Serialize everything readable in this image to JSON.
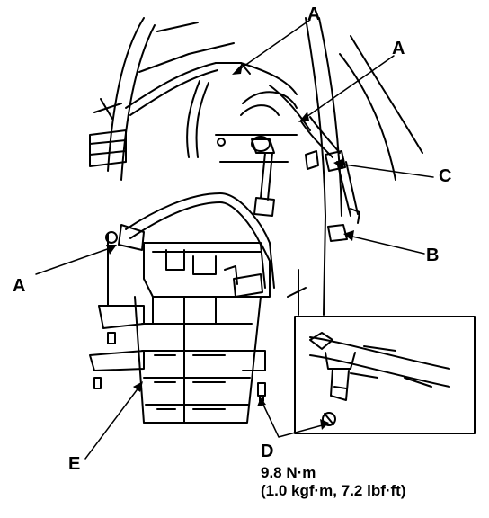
{
  "callouts": {
    "a_top": "A",
    "a_right": "A",
    "a_left": "A",
    "b": "B",
    "c": "C",
    "d": "D",
    "e": "E"
  },
  "torque": {
    "value": "9.8 N·m",
    "alt": "(1.0 kgf·m, 7.2 lbf·ft)"
  }
}
